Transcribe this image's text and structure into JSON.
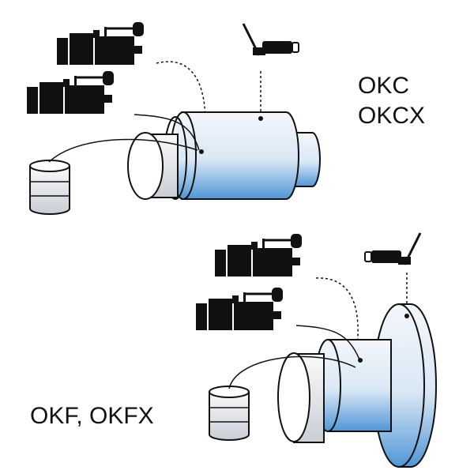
{
  "labels": {
    "top_model_1": "OKC",
    "top_model_2": "OKCX",
    "bottom_models": "OKF, OKFX"
  },
  "colors": {
    "coupling_blue": "#5b9fd9",
    "coupling_light": "#f2f6fb",
    "outline": "#111111"
  }
}
